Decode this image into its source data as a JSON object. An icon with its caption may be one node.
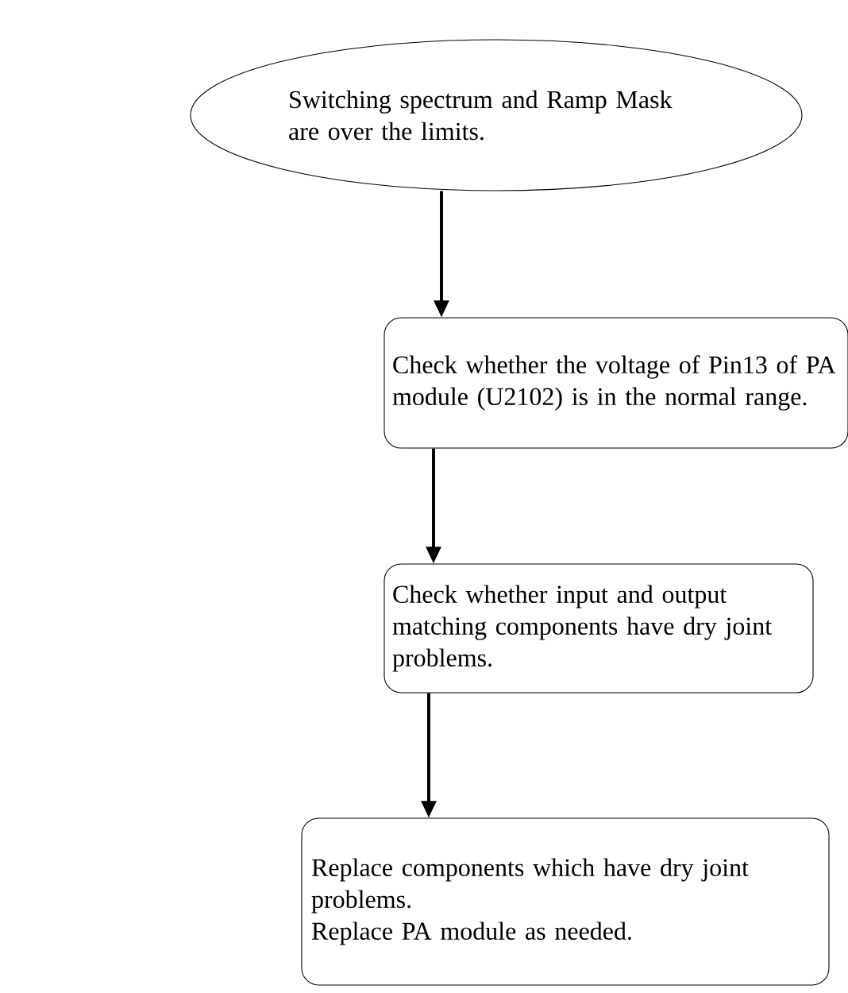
{
  "diagram": {
    "nodes": [
      {
        "text": [
          "Switching spectrum and Ramp Mask are over the limits."
        ]
      },
      {
        "text": [
          "Check whether the voltage of Pin13 of PA module (U2102) is in the normal range."
        ]
      },
      {
        "text": [
          "Check whether input and output matching components have dry joint problems."
        ]
      },
      {
        "text": [
          "Replace components which have dry joint problems.",
          "Replace PA module as needed."
        ]
      }
    ],
    "edges": [
      {
        "from": 0,
        "to": 1,
        "arrow": "to"
      },
      {
        "from": 1,
        "to": 2,
        "arrow": "to"
      },
      {
        "from": 2,
        "to": 3,
        "arrow": "to"
      }
    ]
  }
}
